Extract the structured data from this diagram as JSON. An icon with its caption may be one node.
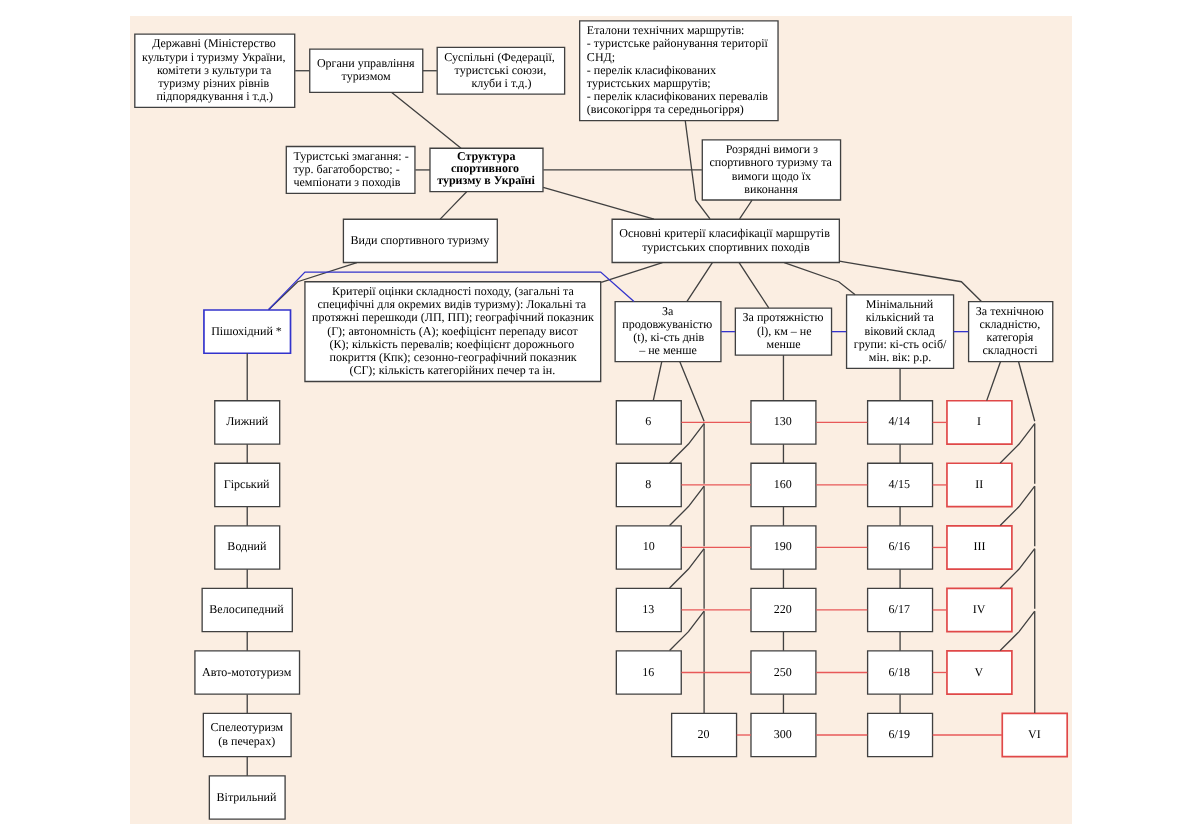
{
  "diagram": {
    "nodes": [
      {
        "text": [
          "Державні (Міністерство культури і туризму України, комітети з культури та туризму різних рівнів підпорядкування і т.д.)"
        ]
      },
      {
        "text": [
          "Органи управління туризмом"
        ]
      },
      {
        "text": [
          "Суспільні (Федерації, туристські союзи, клуби і т.д.)"
        ]
      },
      {
        "text": [
          "Еталони технічних маршрутів:",
          "- туристське районування території СНД;",
          "- перелік класифікованих туристських маршрутів;",
          "- перелік класифікованих перевалів (високогірря та середньогірря)"
        ]
      },
      {
        "text": [
          "Структура спортивного туризму в Україні"
        ]
      },
      {
        "text": [
          "Розрядні вимоги з спортивного туризму та вимоги щодо їх виконання"
        ]
      },
      {
        "text": [
          "Туристські змагання: - тур. багатоборство; - чемпіонати з походів"
        ]
      },
      {
        "text": [
          "Види спортивного туризму"
        ]
      },
      {
        "text": [
          "Основні критерії класифікації маршрутів туристських спортивних походів"
        ]
      },
      {
        "text": [
          "Пішохідний *"
        ]
      },
      {
        "text": [
          "За продовжуваністю (t), кі-сть днів – не менше"
        ]
      },
      {
        "text": [
          "За протяжністю (l), км – не менше"
        ]
      },
      {
        "text": [
          "Мінімальний кількісний та віковий склад групи: кі-сть осіб/ мін. вік: р.р."
        ]
      },
      {
        "text": [
          "За технічною складністю, категорія складності"
        ]
      },
      {
        "text": [
          "Лижний"
        ]
      },
      {
        "text": [
          "Гірський"
        ]
      },
      {
        "text": [
          "Водний"
        ]
      },
      {
        "text": [
          "Велосипедний"
        ]
      },
      {
        "text": [
          "Авто-мототуризм"
        ]
      },
      {
        "text": [
          "Спелеотуризм (в печерах)"
        ]
      },
      {
        "text": [
          "Вітрильний"
        ]
      },
      {
        "text": [
          "Критерії оцінки складності походу, (загальні та специфічні для окремих видів туризму): Локальні та протяжні перешкоди (ЛП, ПП); географічний показник (Г); автономність (А); коефіцієнт перепаду висот (К); кількість перевалів; коефіцієнт дорожнього покриття (Кпк); сезонно-географічний показник (СГ); кількість категорійних печер та ін."
        ]
      },
      {
        "text": [
          "6"
        ]
      },
      {
        "text": [
          "130"
        ]
      },
      {
        "text": [
          "4/14"
        ]
      },
      {
        "text": [
          "I"
        ]
      },
      {
        "text": [
          "8"
        ]
      },
      {
        "text": [
          "160"
        ]
      },
      {
        "text": [
          "4/15"
        ]
      },
      {
        "text": [
          "II"
        ]
      },
      {
        "text": [
          "10"
        ]
      },
      {
        "text": [
          "190"
        ]
      },
      {
        "text": [
          "6/16"
        ]
      },
      {
        "text": [
          "III"
        ]
      },
      {
        "text": [
          "13"
        ]
      },
      {
        "text": [
          "220"
        ]
      },
      {
        "text": [
          "6/17"
        ]
      },
      {
        "text": [
          "IV"
        ]
      },
      {
        "text": [
          "16"
        ]
      },
      {
        "text": [
          "250"
        ]
      },
      {
        "text": [
          "6/18"
        ]
      },
      {
        "text": [
          "V"
        ]
      },
      {
        "text": [
          "20"
        ]
      },
      {
        "text": [
          "300"
        ]
      },
      {
        "text": [
          "6/19"
        ]
      },
      {
        "text": [
          "VI"
        ]
      }
    ],
    "edges": [
      {
        "from": 0,
        "to": 1,
        "arrow": "none"
      },
      {
        "from": 1,
        "to": 2,
        "arrow": "none"
      },
      {
        "from": 1,
        "to": 4,
        "arrow": "none"
      },
      {
        "from": 6,
        "to": 4,
        "arrow": "none"
      },
      {
        "from": 4,
        "to": 5,
        "arrow": "none"
      },
      {
        "from": 4,
        "to": 7,
        "arrow": "none"
      },
      {
        "from": 4,
        "to": 8,
        "arrow": "none"
      },
      {
        "from": 5,
        "to": 8,
        "arrow": "none"
      },
      {
        "from": 3,
        "to": 8,
        "arrow": "none"
      },
      {
        "from": 7,
        "to": 9,
        "arrow": "none"
      },
      {
        "from": 9,
        "to": 14,
        "arrow": "none"
      },
      {
        "from": 14,
        "to": 15,
        "arrow": "none"
      },
      {
        "from": 15,
        "to": 16,
        "arrow": "none"
      },
      {
        "from": 16,
        "to": 17,
        "arrow": "none"
      },
      {
        "from": 17,
        "to": 18,
        "arrow": "none"
      },
      {
        "from": 18,
        "to": 19,
        "arrow": "none"
      },
      {
        "from": 19,
        "to": 20,
        "arrow": "none"
      },
      {
        "from": 8,
        "to": 21,
        "arrow": "none"
      },
      {
        "from": 8,
        "to": 10,
        "arrow": "none"
      },
      {
        "from": 8,
        "to": 11,
        "arrow": "none"
      },
      {
        "from": 8,
        "to": 12,
        "arrow": "none"
      },
      {
        "from": 8,
        "to": 13,
        "arrow": "none"
      },
      {
        "from": 9,
        "to": 10,
        "arrow": "none",
        "color": "#3333cc"
      },
      {
        "from": 10,
        "to": 11,
        "arrow": "none",
        "color": "#3333cc"
      },
      {
        "from": 11,
        "to": 12,
        "arrow": "none",
        "color": "#3333cc"
      },
      {
        "from": 12,
        "to": 13,
        "arrow": "none",
        "color": "#3333cc"
      },
      {
        "from": 10,
        "to": 22,
        "arrow": "none"
      },
      {
        "from": 10,
        "to": 26,
        "arrow": "none"
      },
      {
        "from": 10,
        "to": 30,
        "arrow": "none"
      },
      {
        "from": 10,
        "to": 34,
        "arrow": "none"
      },
      {
        "from": 10,
        "to": 38,
        "arrow": "none"
      },
      {
        "from": 10,
        "to": 42,
        "arrow": "none"
      },
      {
        "from": 11,
        "to": 23,
        "arrow": "none"
      },
      {
        "from": 23,
        "to": 27,
        "arrow": "none"
      },
      {
        "from": 27,
        "to": 31,
        "arrow": "none"
      },
      {
        "from": 31,
        "to": 35,
        "arrow": "none"
      },
      {
        "from": 35,
        "to": 39,
        "arrow": "none"
      },
      {
        "from": 39,
        "to": 43,
        "arrow": "none"
      },
      {
        "from": 12,
        "to": 24,
        "arrow": "none"
      },
      {
        "from": 24,
        "to": 28,
        "arrow": "none"
      },
      {
        "from": 28,
        "to": 32,
        "arrow": "none"
      },
      {
        "from": 32,
        "to": 36,
        "arrow": "none"
      },
      {
        "from": 36,
        "to": 40,
        "arrow": "none"
      },
      {
        "from": 40,
        "to": 44,
        "arrow": "none"
      },
      {
        "from": 13,
        "to": 25,
        "arrow": "none"
      },
      {
        "from": 13,
        "to": 29,
        "arrow": "none"
      },
      {
        "from": 13,
        "to": 33,
        "arrow": "none"
      },
      {
        "from": 13,
        "to": 37,
        "arrow": "none"
      },
      {
        "from": 13,
        "to": 41,
        "arrow": "none"
      },
      {
        "from": 13,
        "to": 45,
        "arrow": "none"
      },
      {
        "from": 22,
        "to": 23,
        "arrow": "none",
        "color": "#e85858"
      },
      {
        "from": 23,
        "to": 24,
        "arrow": "none",
        "color": "#e85858"
      },
      {
        "from": 24,
        "to": 25,
        "arrow": "none",
        "color": "#e85858"
      },
      {
        "from": 26,
        "to": 27,
        "arrow": "none",
        "color": "#e85858"
      },
      {
        "from": 27,
        "to": 28,
        "arrow": "none",
        "color": "#e85858"
      },
      {
        "from": 28,
        "to": 29,
        "arrow": "none",
        "color": "#e85858"
      },
      {
        "from": 30,
        "to": 31,
        "arrow": "none",
        "color": "#e85858"
      },
      {
        "from": 31,
        "to": 32,
        "arrow": "none",
        "color": "#e85858"
      },
      {
        "from": 32,
        "to": 33,
        "arrow": "none",
        "color": "#e85858"
      },
      {
        "from": 34,
        "to": 35,
        "arrow": "none",
        "color": "#e85858"
      },
      {
        "from": 35,
        "to": 36,
        "arrow": "none",
        "color": "#e85858"
      },
      {
        "from": 36,
        "to": 37,
        "arrow": "none",
        "color": "#e85858"
      },
      {
        "from": 38,
        "to": 39,
        "arrow": "none",
        "color": "#e85858"
      },
      {
        "from": 39,
        "to": 40,
        "arrow": "none",
        "color": "#e85858"
      },
      {
        "from": 40,
        "to": 41,
        "arrow": "none",
        "color": "#e85858"
      },
      {
        "from": 42,
        "to": 43,
        "arrow": "none",
        "color": "#e85858"
      },
      {
        "from": 43,
        "to": 44,
        "arrow": "none",
        "color": "#e85858"
      },
      {
        "from": 44,
        "to": 45,
        "arrow": "none",
        "color": "#e85858"
      }
    ]
  }
}
